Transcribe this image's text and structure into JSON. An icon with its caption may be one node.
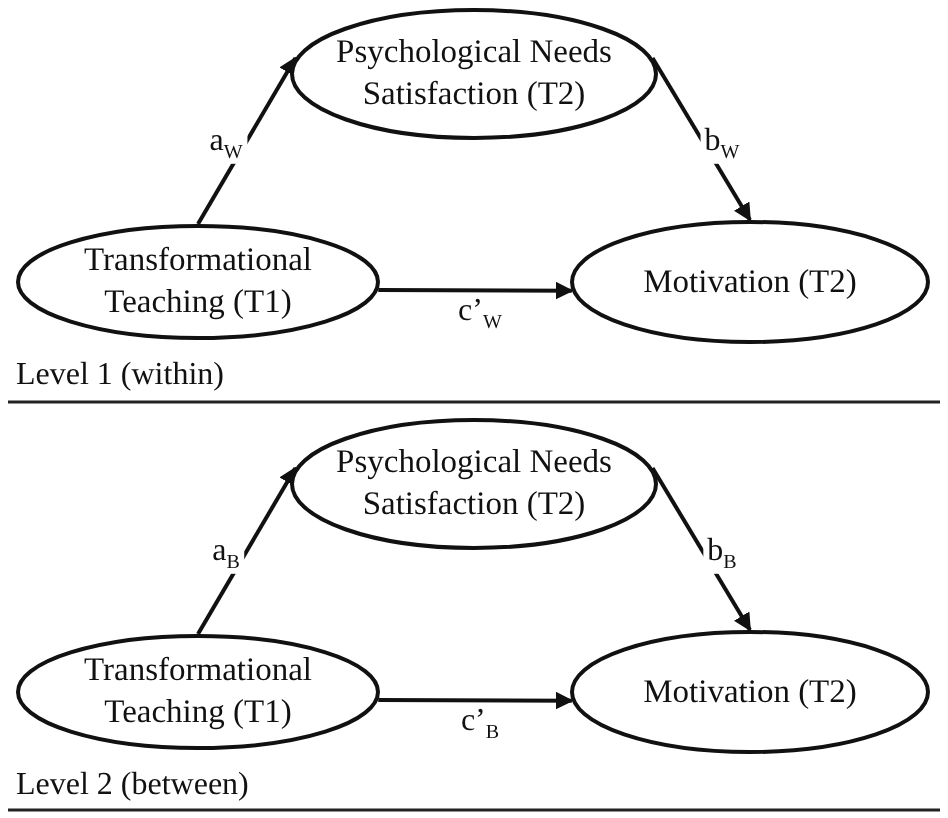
{
  "diagram": {
    "nodes": [
      {
        "text": [
          "Psychological Needs Satisfaction (T2)"
        ]
      },
      {
        "text": [
          "Transformational Teaching (T1)"
        ]
      },
      {
        "text": [
          "Motivation (T2)"
        ]
      },
      {
        "text": [
          "Psychological Needs Satisfaction (T2)"
        ]
      },
      {
        "text": [
          "Transformational Teaching (T1)"
        ]
      },
      {
        "text": [
          "Motivation (T2)"
        ]
      }
    ],
    "edges": [
      {
        "from": 1,
        "to": 0,
        "arrow": "to",
        "label": "a$_{W}$"
      },
      {
        "from": 0,
        "to": 2,
        "arrow": "to",
        "label": "b$_{W}$"
      },
      {
        "from": 1,
        "to": 2,
        "arrow": "to",
        "label": "c’$_{W}$"
      },
      {
        "from": 4,
        "to": 3,
        "arrow": "to",
        "label": "a$_{B}$"
      },
      {
        "from": 3,
        "to": 5,
        "arrow": "to",
        "label": "b$_{B}$"
      },
      {
        "from": 4,
        "to": 5,
        "arrow": "to",
        "label": "c’$_{B}$"
      }
    ],
    "labels": [
      "Level 1 (within)",
      "Level 2 (between)"
    ]
  }
}
